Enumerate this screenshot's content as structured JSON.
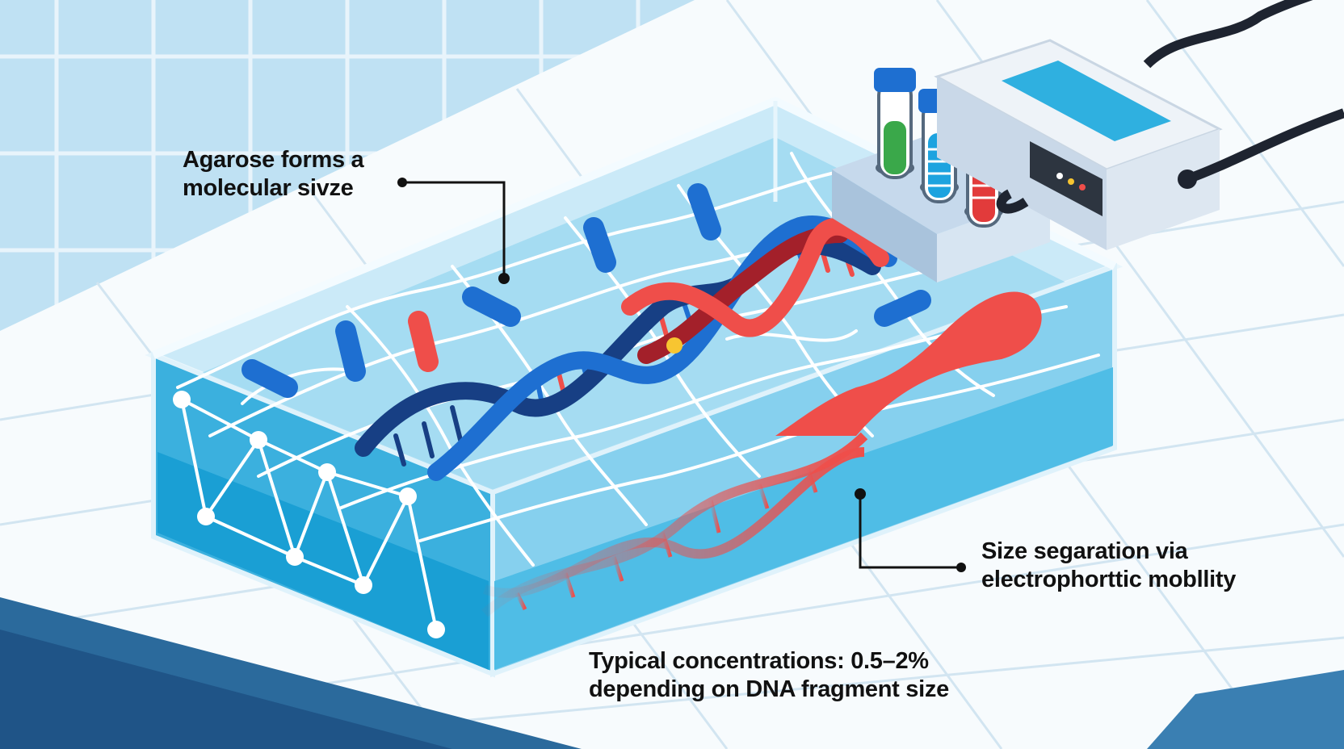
{
  "colors": {
    "wall_tile": "#b6dcf1",
    "bench": "#ffffff",
    "bench_grid": "#cfe3f0",
    "buffer": "#29a9d9",
    "gel": "#bfe6f7",
    "dna_blue": "#1e6fd1",
    "dna_navy": "#173f84",
    "dna_red": "#ef4e4a",
    "dna_dark_red": "#a3202a",
    "tube_green": "#3aa84a",
    "tube_blue": "#1da3df",
    "tube_red": "#e23b3b",
    "power_supply": "#e4ecf5"
  },
  "annotations": {
    "sieve": {
      "line1": "Agarose forms a",
      "line2": "molecular sivze"
    },
    "separation": {
      "line1": "Size segaration via",
      "line2": "electrophorttic mobllity"
    },
    "concentration": {
      "line1": "Typical concentrations: 0.5–2%",
      "line2": "depending on DNA fragment size"
    }
  },
  "icons": {
    "gel": "agarose-gel-tray",
    "dna": "dna-double-helix",
    "tubes": "sample-test-tubes",
    "power": "power-supply-unit"
  }
}
